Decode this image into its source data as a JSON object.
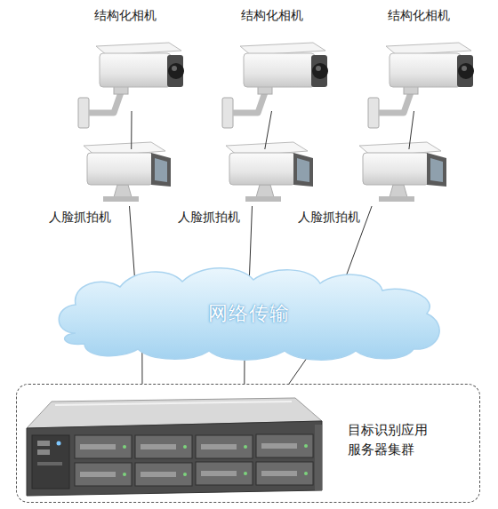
{
  "diagram": {
    "nodes": [
      {
        "text": [
          "结构化相机"
        ]
      },
      {
        "text": [
          "结构化相机"
        ]
      },
      {
        "text": [
          "结构化相机"
        ]
      },
      {
        "text": [
          "人脸抓拍机"
        ]
      },
      {
        "text": [
          "人脸抓拍机"
        ]
      },
      {
        "text": [
          "人脸抓拍机"
        ]
      },
      {
        "text": [
          "网络传输"
        ]
      },
      {
        "text": [
          "目标识别应用 服务器集群"
        ]
      }
    ],
    "edges": [
      {
        "from": 0,
        "to": 3,
        "arrow": "none"
      },
      {
        "from": 1,
        "to": 4,
        "arrow": "none"
      },
      {
        "from": 2,
        "to": 5,
        "arrow": "none"
      },
      {
        "from": 3,
        "to": 6,
        "arrow": "none"
      },
      {
        "from": 4,
        "to": 6,
        "arrow": "none"
      },
      {
        "from": 5,
        "to": 6,
        "arrow": "none"
      },
      {
        "from": 6,
        "to": 7,
        "arrow": "none"
      },
      {
        "from": 6,
        "to": 7,
        "arrow": "none"
      },
      {
        "from": 6,
        "to": 7,
        "arrow": "none"
      }
    ]
  }
}
